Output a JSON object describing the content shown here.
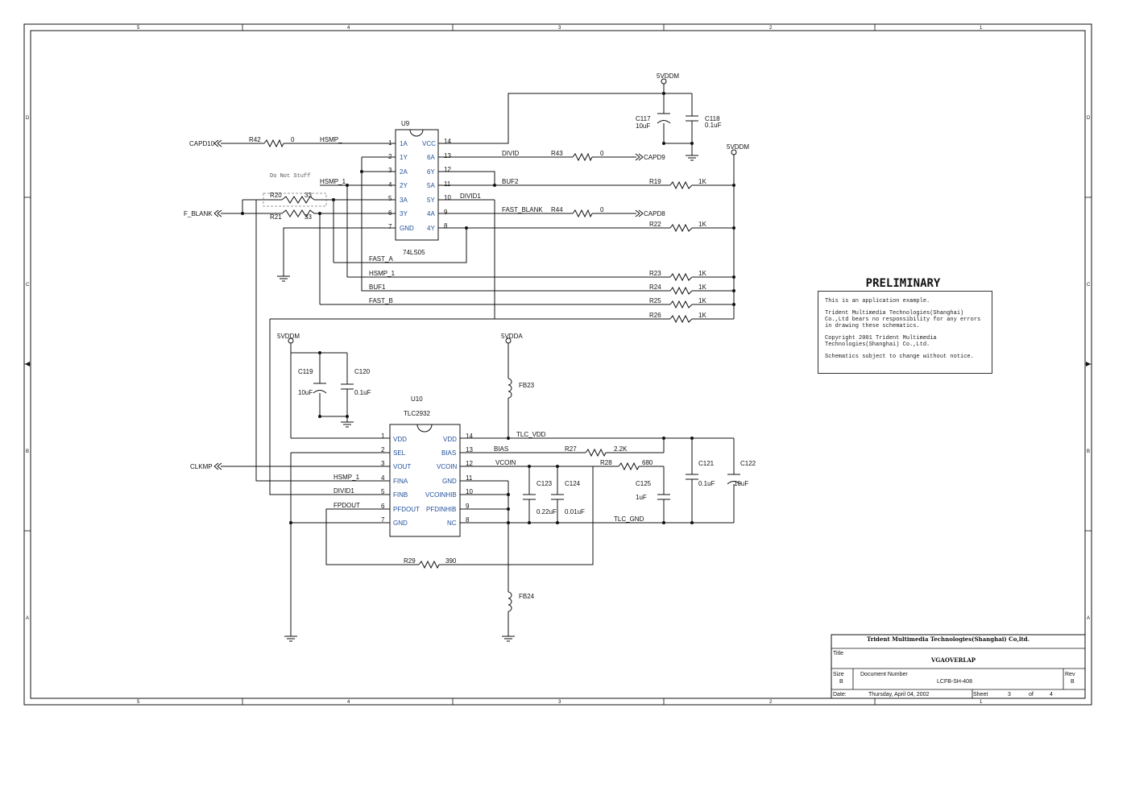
{
  "border": {
    "top_zones": [
      "5",
      "4",
      "3",
      "2",
      "1"
    ],
    "bottom_zones": [
      "5",
      "4",
      "3",
      "2",
      "1"
    ],
    "left_zones": [
      "D",
      "C",
      "B",
      "A"
    ],
    "right_zones": [
      "D",
      "C",
      "B",
      "A"
    ]
  },
  "notice": {
    "heading": "PRELIMINARY",
    "lines": [
      "This is an application example.",
      "Trident Multimedia Technologies(Shanghai) Co.,Ltd bears no responsibility for any errors in drawing these schematics.",
      "Copyright 2001 Trident Multimedia Technologies(Shanghai) Co.,Ltd.",
      "Schematics subject to change without notice."
    ]
  },
  "title_block": {
    "company": "Trident Multimedia Technologies(Shanghai) Co,ltd.",
    "title_label": "Title",
    "title": "VGAOVERLAP",
    "size_label": "Size",
    "size": "B",
    "docnum_label": "Document Number",
    "docnum": "LCFB-SH-408",
    "rev_label": "Rev",
    "rev": "B",
    "date_label": "Date:",
    "date": "Thursday, April 04, 2002",
    "sheet_label": "Sheet",
    "sheet": "3",
    "of_label": "of",
    "sheet_total": "4"
  },
  "u9": {
    "ref": "U9",
    "part": "74LS05",
    "left_pins": [
      {
        "num": "1",
        "name": "1A"
      },
      {
        "num": "2",
        "name": "1Y"
      },
      {
        "num": "3",
        "name": "2A"
      },
      {
        "num": "4",
        "name": "2Y"
      },
      {
        "num": "5",
        "name": "3A"
      },
      {
        "num": "6",
        "name": "3Y"
      },
      {
        "num": "7",
        "name": "GND"
      }
    ],
    "right_pins": [
      {
        "num": "14",
        "name": "VCC"
      },
      {
        "num": "13",
        "name": "6A"
      },
      {
        "num": "12",
        "name": "6Y"
      },
      {
        "num": "11",
        "name": "5A"
      },
      {
        "num": "10",
        "name": "5Y"
      },
      {
        "num": "9",
        "name": "4A"
      },
      {
        "num": "8",
        "name": "4Y"
      }
    ]
  },
  "u10": {
    "ref": "U10",
    "part": "TLC2932",
    "left_pins": [
      {
        "num": "1",
        "name": "VDD"
      },
      {
        "num": "2",
        "name": "SEL"
      },
      {
        "num": "3",
        "name": "VOUT"
      },
      {
        "num": "4",
        "name": "FINA"
      },
      {
        "num": "5",
        "name": "FINB"
      },
      {
        "num": "6",
        "name": "PFDOUT"
      },
      {
        "num": "7",
        "name": "GND"
      }
    ],
    "right_pins": [
      {
        "num": "14",
        "name": "VDD"
      },
      {
        "num": "13",
        "name": "BIAS"
      },
      {
        "num": "12",
        "name": "VCOIN"
      },
      {
        "num": "11",
        "name": "GND"
      },
      {
        "num": "10",
        "name": "VCOINHIB"
      },
      {
        "num": "9",
        "name": "PFDINHIB"
      },
      {
        "num": "8",
        "name": "NC"
      }
    ]
  },
  "ports": {
    "capd10": "CAPD10",
    "capd9": "CAPD9",
    "capd8": "CAPD8",
    "f_blank": "F_BLANK",
    "clkmp": "CLKMP"
  },
  "power": {
    "vddm_top": "5VDDM",
    "vddm_right": "5VDDM",
    "vddm_left": "5VDDM",
    "vdda": "5VDDA"
  },
  "nets": {
    "hsmp_": "HSMP_",
    "hsmp_1a": "HSMP_1",
    "divid": "DIVID",
    "buf2": "BUF2",
    "divid1a": "DIVID1",
    "fast_blank": "FAST_BLANK",
    "fast_a": "FAST_A",
    "hsmp_1b": "HSMP_1",
    "buf1": "BUF1",
    "fast_b": "FAST_B",
    "tlc_vdd": "TLC_VDD",
    "bias": "BIAS",
    "vcoin": "VCOIN",
    "tlc_gnd": "TLC_GND",
    "hsmp_1c": "HSMP_1",
    "divid1b": "DIVID1",
    "fpdout": "FPDOUT",
    "do_not_stuff": "Do Not Stuff"
  },
  "parts": {
    "r42": {
      "ref": "R42",
      "val": "0"
    },
    "r43": {
      "ref": "R43",
      "val": "0"
    },
    "r44": {
      "ref": "R44",
      "val": "0"
    },
    "r20": {
      "ref": "R20",
      "val": "33"
    },
    "r21": {
      "ref": "R21",
      "val": "33"
    },
    "r19": {
      "ref": "R19",
      "val": "1K"
    },
    "r22": {
      "ref": "R22",
      "val": "1K"
    },
    "r23": {
      "ref": "R23",
      "val": "1K"
    },
    "r24": {
      "ref": "R24",
      "val": "1K"
    },
    "r25": {
      "ref": "R25",
      "val": "1K"
    },
    "r26": {
      "ref": "R26",
      "val": "1K"
    },
    "r27": {
      "ref": "R27",
      "val": "2.2K"
    },
    "r28": {
      "ref": "R28",
      "val": "680"
    },
    "r29": {
      "ref": "R29",
      "val": "390"
    },
    "c117": {
      "ref": "C117",
      "val": "10uF"
    },
    "c118": {
      "ref": "C118",
      "val": "0.1uF"
    },
    "c119": {
      "ref": "C119",
      "val": "10uF"
    },
    "c120": {
      "ref": "C120",
      "val": "0.1uF"
    },
    "c121": {
      "ref": "C121",
      "val": "0.1uF"
    },
    "c122": {
      "ref": "C122",
      "val": "10uF"
    },
    "c123": {
      "ref": "C123",
      "val": "0.22uF"
    },
    "c124": {
      "ref": "C124",
      "val": "0.01uF"
    },
    "c125": {
      "ref": "C125",
      "val": "1uF"
    },
    "fb23": {
      "ref": "FB23"
    },
    "fb24": {
      "ref": "FB24"
    }
  }
}
